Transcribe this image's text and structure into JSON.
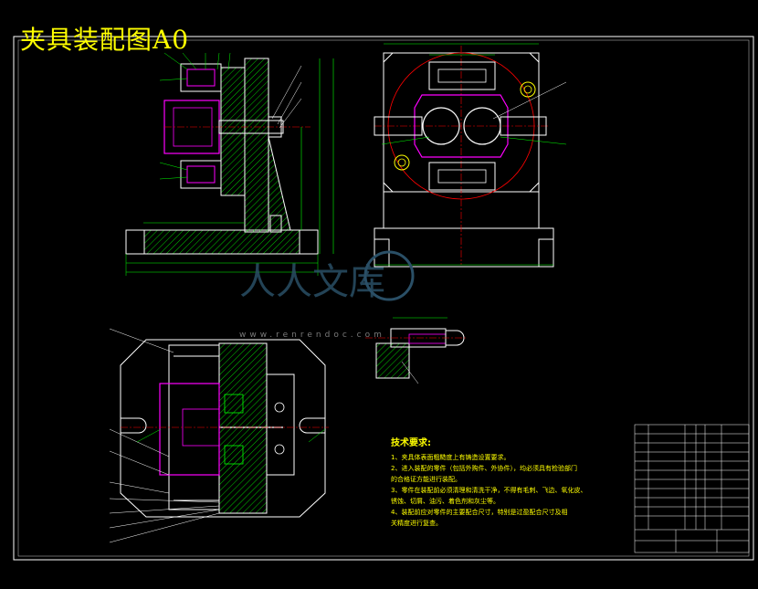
{
  "drawing": {
    "title": "夹具装配图A0",
    "tech_requirements": {
      "heading": "技术要求:",
      "lines": [
        "1、夹具体表面粗糙度上有铸造设置要求。",
        "2、进入装配的零件（包括外购件、外协件），均必须具有检验部门",
        "   的合格证方能进行装配。",
        "3、零件在装配前必须清理和清洗干净，不得有毛刺、飞边、氧化皮、",
        "   锈蚀、切屑、油污、着色剂和灰尘等。",
        "4、装配前应对零件的主要配合尺寸，特别是过盈配合尺寸及相",
        "   关精度进行复查。"
      ]
    },
    "watermark": {
      "text": "人人文库",
      "url": "www.renrendoc.com"
    },
    "colors": {
      "background": "#000000",
      "outline": "#ffffff",
      "dimension": "#00ff00",
      "part": "#ff00ff",
      "centerline": "#ff0000",
      "text": "#ffff00"
    }
  }
}
